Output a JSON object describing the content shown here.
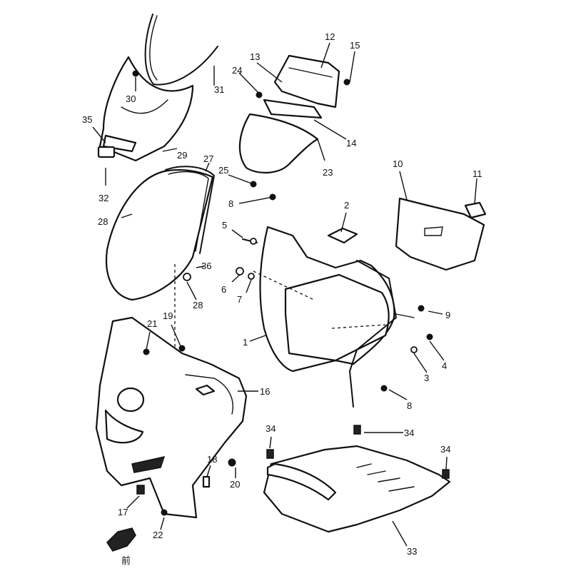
{
  "labels": {
    "l1": "1",
    "l2": "2",
    "l3": "3",
    "l4": "4",
    "l5": "5",
    "l6": "6",
    "l7": "7",
    "l8a": "8",
    "l8b": "8",
    "l9": "9",
    "l10": "10",
    "l11": "11",
    "l12": "12",
    "l13": "13",
    "l14": "14",
    "l15": "15",
    "l16": "16",
    "l17": "17",
    "l18": "18",
    "l19": "19",
    "l20": "20",
    "l21": "21",
    "l22": "22",
    "l23": "23",
    "l24": "24",
    "l25": "25",
    "l27": "27",
    "l28a": "28",
    "l28b": "28",
    "l29": "29",
    "l30": "30",
    "l31": "31",
    "l32": "32",
    "l33": "33",
    "l34a": "34",
    "l34b": "34",
    "l34c": "34",
    "l35": "35",
    "l36": "36",
    "front_mark": "前"
  }
}
